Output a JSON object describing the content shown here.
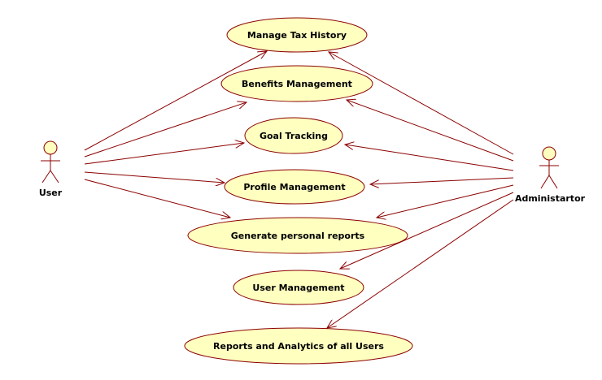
{
  "diagram": {
    "type": "uml-use-case",
    "actors": [
      {
        "id": "user",
        "label": "User"
      },
      {
        "id": "admin",
        "label": "Administartor"
      }
    ],
    "use_cases": [
      {
        "id": "manage-tax-history",
        "label": "Manage Tax History"
      },
      {
        "id": "benefits-management",
        "label": "Benefits Management"
      },
      {
        "id": "goal-tracking",
        "label": "Goal Tracking"
      },
      {
        "id": "profile-management",
        "label": "Profile Management"
      },
      {
        "id": "generate-personal-reports",
        "label": "Generate personal reports"
      },
      {
        "id": "user-management",
        "label": "User Management"
      },
      {
        "id": "reports-and-analytics",
        "label": "Reports and Analytics of all Users"
      }
    ],
    "associations": [
      {
        "from": "user",
        "to": "manage-tax-history"
      },
      {
        "from": "user",
        "to": "benefits-management"
      },
      {
        "from": "user",
        "to": "goal-tracking"
      },
      {
        "from": "user",
        "to": "profile-management"
      },
      {
        "from": "user",
        "to": "generate-personal-reports"
      },
      {
        "from": "admin",
        "to": "manage-tax-history"
      },
      {
        "from": "admin",
        "to": "benefits-management"
      },
      {
        "from": "admin",
        "to": "goal-tracking"
      },
      {
        "from": "admin",
        "to": "profile-management"
      },
      {
        "from": "admin",
        "to": "generate-personal-reports"
      },
      {
        "from": "admin",
        "to": "user-management"
      },
      {
        "from": "admin",
        "to": "reports-and-analytics"
      }
    ],
    "colors": {
      "usecase_fill": "#ffffc0",
      "stroke": "#8b0000",
      "text": "#000000"
    }
  }
}
